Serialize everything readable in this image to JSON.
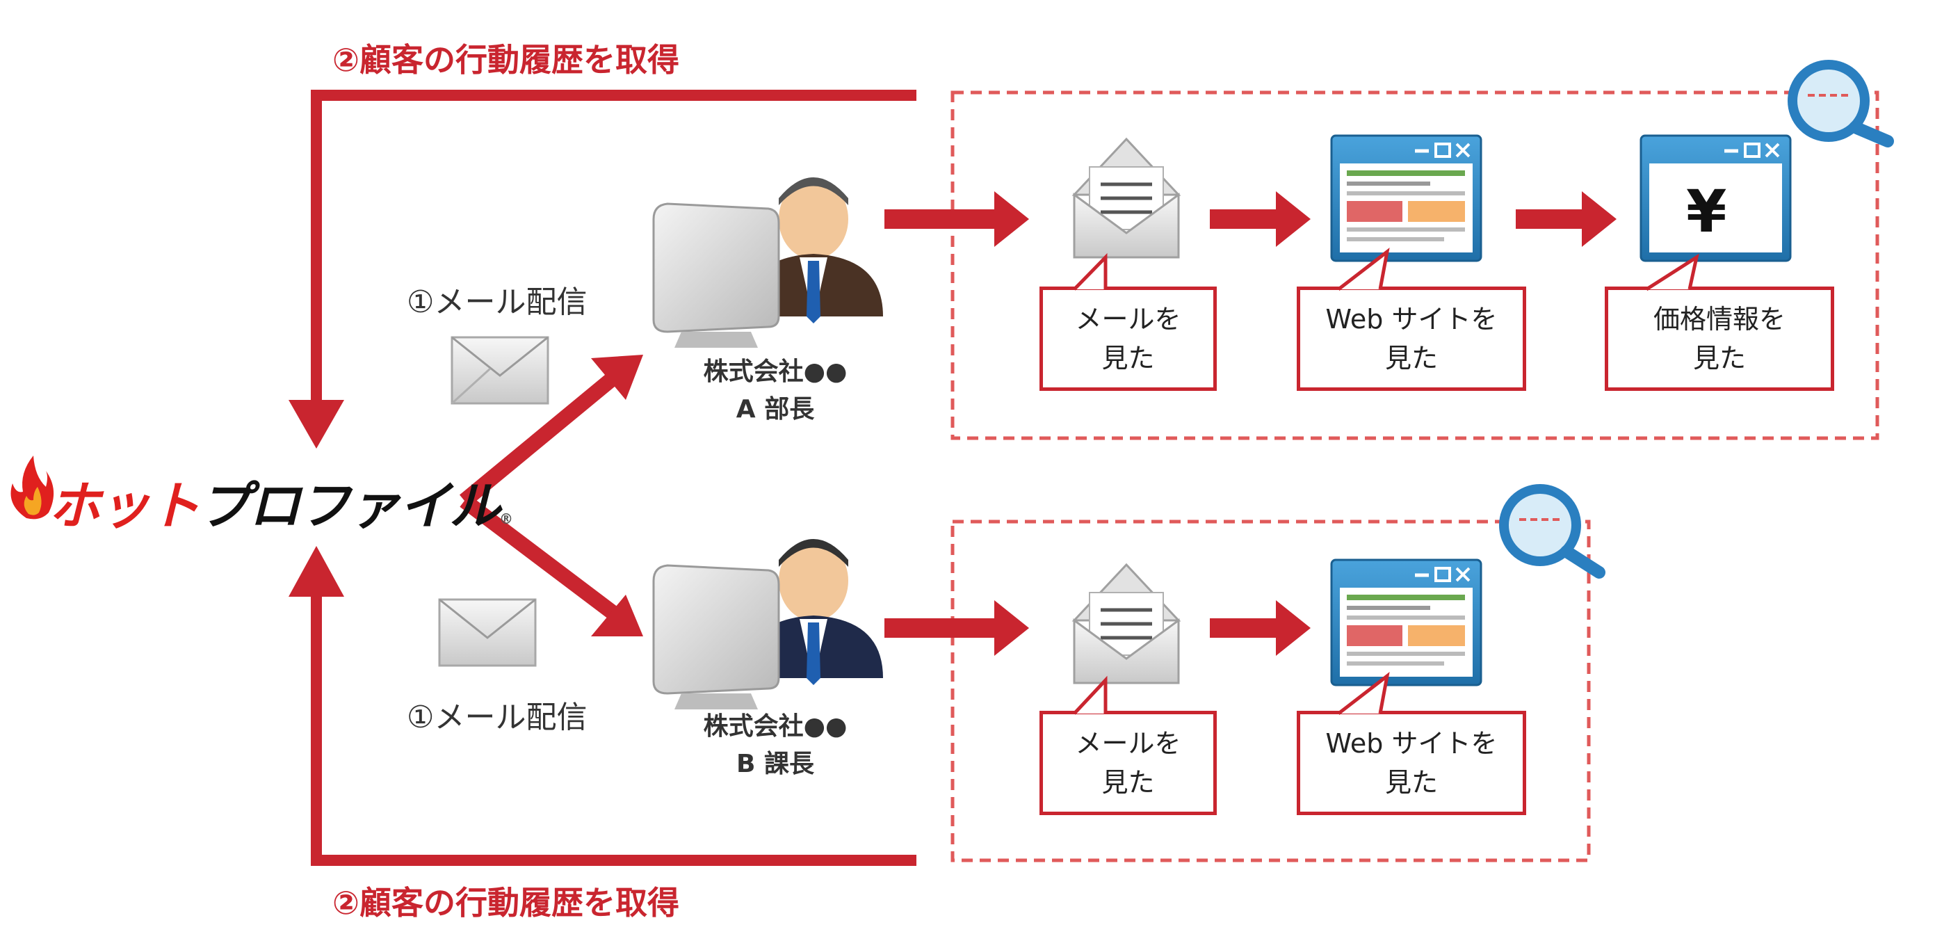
{
  "logo": {
    "hot": "ホット",
    "profile": "プロファイル",
    "reg": "®"
  },
  "history_label": "②顧客の行動履歴を取得",
  "mail_delivery_label": "①メール配信",
  "persons": [
    {
      "company": "株式会社●●",
      "title": "A 部長"
    },
    {
      "company": "株式会社●●",
      "title": "B 課長"
    }
  ],
  "captions": {
    "mail_viewed": [
      "メールを",
      "見た"
    ],
    "web_viewed": [
      "Web サイトを",
      "見た"
    ],
    "price_viewed": [
      "価格情報を",
      "見た"
    ]
  },
  "price_symbol": "¥",
  "colors": {
    "accent": "#c9252f",
    "window_blue": "#2e86c1",
    "magnifier": "#2a7fc0"
  }
}
